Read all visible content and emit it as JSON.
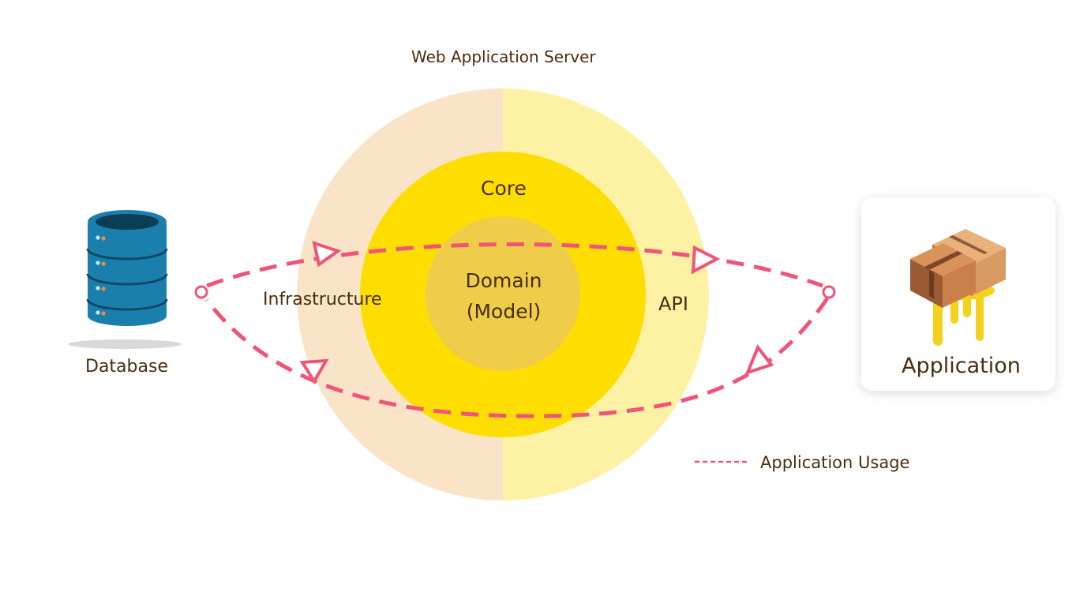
{
  "diagram": {
    "server_label": "Web Application Server",
    "core_label": "Core",
    "domain_label": "Domain",
    "domain_sub_label": "(Model)",
    "infrastructure_label": "Infrastructure",
    "api_label": "API",
    "database_label": "Database",
    "application_label": "Application",
    "legend": {
      "label": "Application Usage"
    },
    "colors": {
      "infrastructure_half": "#f9e4c8",
      "api_half": "#fdf2a4",
      "core": "#fede00",
      "domain": "#efcd48",
      "flow": "#f05478",
      "text": "#4a2c0f",
      "database": "#1b7fae"
    }
  }
}
